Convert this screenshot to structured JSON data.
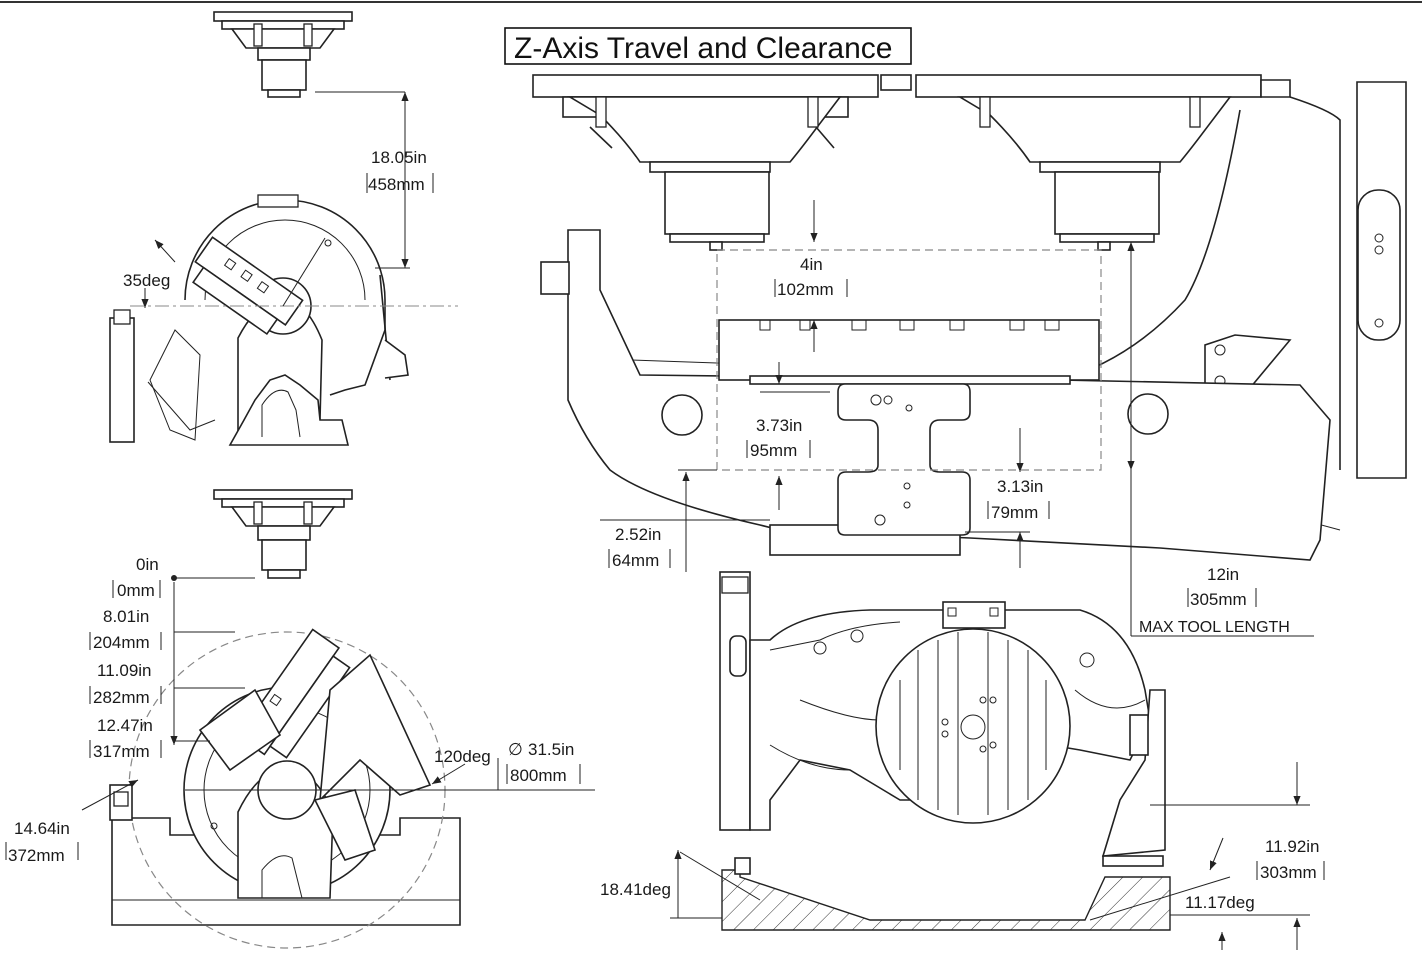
{
  "title": "Z-Axis Travel and Clearance",
  "top_left": {
    "dim_travel": {
      "in": "18.05in",
      "mm": "458mm"
    },
    "angle": "35deg"
  },
  "bottom_left": {
    "dim_zero": {
      "in": "0in",
      "mm": "0mm"
    },
    "dim_a": {
      "in": "8.01in",
      "mm": "204mm"
    },
    "dim_b": {
      "in": "11.09in",
      "mm": "282mm"
    },
    "dim_c": {
      "in": "12.47in",
      "mm": "317mm"
    },
    "dim_d": {
      "in": "14.64in",
      "mm": "372mm"
    },
    "angle": "120deg",
    "diameter": {
      "symbol": "∅",
      "in": "31.5in",
      "mm": "800mm"
    }
  },
  "top_right": {
    "dim_gap": {
      "in": "4in",
      "mm": "102mm"
    },
    "dim_table": {
      "in": "3.73in",
      "mm": "95mm"
    },
    "dim_plate": {
      "in": "3.13in",
      "mm": "79mm"
    },
    "dim_base": {
      "in": "2.52in",
      "mm": "64mm"
    },
    "dim_tool": {
      "in": "12in",
      "mm": "305mm",
      "note": "MAX TOOL LENGTH"
    }
  },
  "bottom_right": {
    "dim_height": {
      "in": "11.92in",
      "mm": "303mm"
    },
    "angle_left": "18.41deg",
    "angle_right": "11.17deg"
  }
}
